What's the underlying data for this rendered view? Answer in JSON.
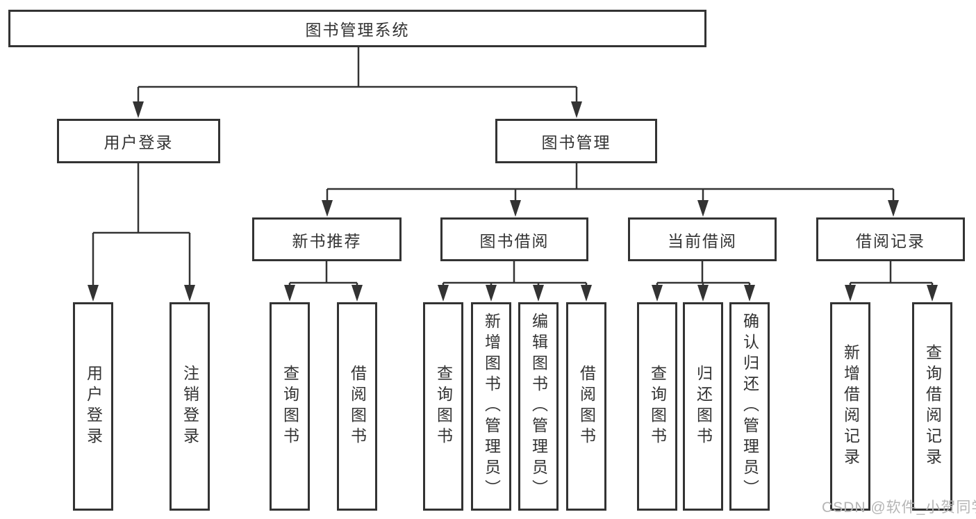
{
  "diagram": {
    "tree": {
      "root": {
        "label": "图书管理系统",
        "children": [
          {
            "label": "用户登录",
            "children": [
              {
                "label": "用户登录"
              },
              {
                "label": "注销登录"
              }
            ]
          },
          {
            "label": "图书管理",
            "children": [
              {
                "label": "新书推荐",
                "children": [
                  {
                    "label": "查询图书"
                  },
                  {
                    "label": "借阅图书"
                  }
                ]
              },
              {
                "label": "图书借阅",
                "children": [
                  {
                    "label": "查询图书"
                  },
                  {
                    "label": "新增图书（管理员）"
                  },
                  {
                    "label": "编辑图书（管理员）"
                  },
                  {
                    "label": "借阅图书"
                  }
                ]
              },
              {
                "label": "当前借阅",
                "children": [
                  {
                    "label": "查询图书"
                  },
                  {
                    "label": "归还图书"
                  },
                  {
                    "label": "确认归还（管理员）"
                  }
                ]
              },
              {
                "label": "借阅记录",
                "children": [
                  {
                    "label": "新增借阅记录"
                  },
                  {
                    "label": "查询借阅记录"
                  }
                ]
              }
            ]
          }
        ]
      }
    },
    "colors": {
      "line": "#333333",
      "box_border": "#333333",
      "text": "#333333",
      "background": "#ffffff",
      "watermark": "#b5b5b5"
    }
  },
  "watermark": {
    "text": "CSDN @软件_小贺同学"
  }
}
